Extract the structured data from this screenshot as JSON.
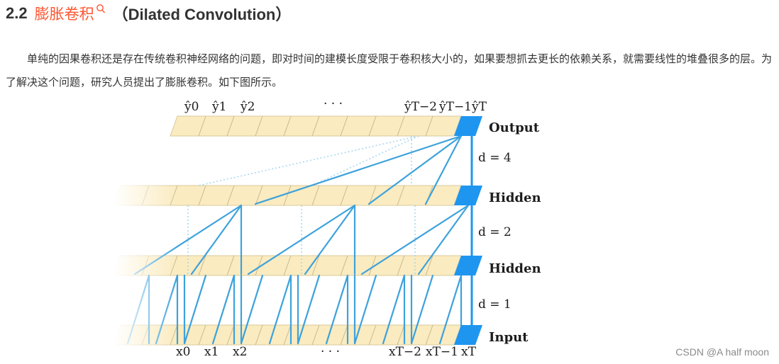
{
  "heading": {
    "number": "2.2",
    "title_link": "膨胀卷积",
    "title_rest": "（Dilated Convolution）"
  },
  "paragraph": "单纯的因果卷积还是存在传统卷积神经网络的问题，即对时间的建模长度受限于卷积核大小的，如果要想抓去更长的依赖关系，就需要线性的堆叠很多的层。为了解决这个问题，研究人员提出了膨胀卷积。如下图所示。",
  "diagram": {
    "layers": [
      "Output",
      "Hidden",
      "Hidden",
      "Input"
    ],
    "dilations": [
      "d = 4",
      "d = 2",
      "d = 1"
    ],
    "output_labels": [
      "ŷ0",
      "ŷ1",
      "ŷ2",
      "· · ·",
      "ŷT−2",
      "ŷT−1",
      "ŷT"
    ],
    "input_labels": [
      "x0",
      "x1",
      "x2",
      "· · ·",
      "xT−2",
      "xT−1",
      "xT"
    ],
    "colors": {
      "cell": "#faebc0",
      "highlight": "#1e96f0",
      "line": "#3da2dc"
    }
  },
  "watermark": "CSDN @A half moon"
}
